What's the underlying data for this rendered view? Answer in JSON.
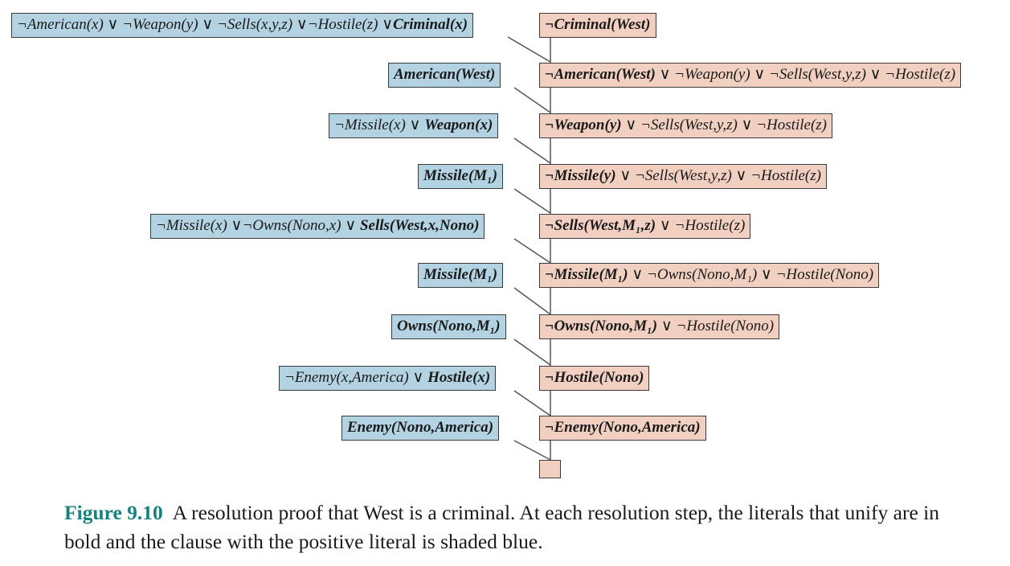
{
  "proof_steps": [
    {
      "left": [
        {
          "t": "¬American(x) ∨ ¬Weapon(y) ∨ ¬Sells(x,y,z) ∨¬Hostile(z) ∨",
          "b": false
        },
        {
          "t": "Criminal(x)",
          "b": true
        }
      ],
      "right": [
        {
          "t": "¬Criminal(West)",
          "b": true
        }
      ]
    },
    {
      "left": [
        {
          "t": "American(West)",
          "b": true
        }
      ],
      "right": [
        {
          "t": "¬American(West)",
          "b": true
        },
        {
          "t": " ∨ ¬Weapon(y) ∨ ¬Sells(West,y,z) ∨ ¬Hostile(z)",
          "b": false
        }
      ]
    },
    {
      "left": [
        {
          "t": "¬Missile(x) ∨ ",
          "b": false
        },
        {
          "t": "Weapon(x)",
          "b": true
        }
      ],
      "right": [
        {
          "t": "¬Weapon(y)",
          "b": true
        },
        {
          "t": " ∨ ¬Sells(West,y,z) ∨ ¬Hostile(z)",
          "b": false
        }
      ]
    },
    {
      "left": [
        {
          "t": "Missile(M₁)",
          "b": true
        }
      ],
      "right": [
        {
          "t": "¬Missile(y)",
          "b": true
        },
        {
          "t": " ∨ ¬Sells(West,y,z) ∨ ¬Hostile(z)",
          "b": false
        }
      ]
    },
    {
      "left": [
        {
          "t": "¬Missile(x) ∨¬Owns(Nono,x) ∨ ",
          "b": false
        },
        {
          "t": "Sells(West,x,Nono)",
          "b": true
        }
      ],
      "right": [
        {
          "t": "¬Sells(West,M₁,z)",
          "b": true
        },
        {
          "t": " ∨ ¬Hostile(z)",
          "b": false
        }
      ]
    },
    {
      "left": [
        {
          "t": "Missile(M₁)",
          "b": true
        }
      ],
      "right": [
        {
          "t": "¬Missile(M₁)",
          "b": true
        },
        {
          "t": " ∨ ¬Owns(Nono,M₁) ∨ ¬Hostile(Nono)",
          "b": false
        }
      ]
    },
    {
      "left": [
        {
          "t": "Owns(Nono,M₁)",
          "b": true
        }
      ],
      "right": [
        {
          "t": "¬Owns(Nono,M₁)",
          "b": true
        },
        {
          "t": " ∨ ¬Hostile(Nono)",
          "b": false
        }
      ]
    },
    {
      "left": [
        {
          "t": "¬Enemy(x,America) ∨ ",
          "b": false
        },
        {
          "t": "Hostile(x)",
          "b": true
        }
      ],
      "right": [
        {
          "t": "¬Hostile(Nono)",
          "b": true
        }
      ]
    },
    {
      "left": [
        {
          "t": "Enemy(Nono,America)",
          "b": true
        }
      ],
      "right": [
        {
          "t": "¬Enemy(Nono,America)",
          "b": true
        }
      ]
    }
  ],
  "caption": {
    "label": "Figure 9.10",
    "text": "A resolution proof that West is a criminal. At each resolution step, the literals that unify are in bold and the clause with the positive literal is shaded blue."
  },
  "colors": {
    "blue_clause": "#b3d3e3",
    "pink_clause": "#f1d0c2",
    "caption_label": "#17827f"
  }
}
